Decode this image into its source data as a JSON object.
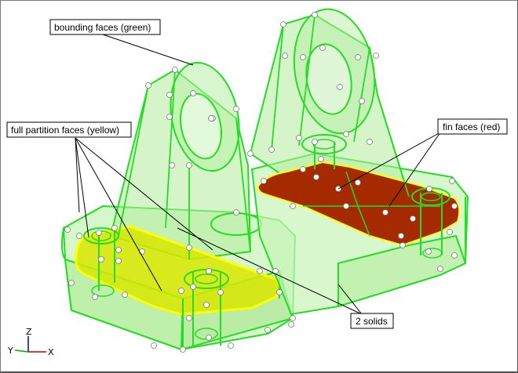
{
  "callouts": {
    "bounding": "bounding faces (green)",
    "full_partition": "full partition faces (yellow)",
    "fin": "fin faces (red)",
    "solids": "2 solids"
  },
  "axes": {
    "z": "Z",
    "y": "Y",
    "x": "X"
  },
  "colors": {
    "bounding_faces": "#00ff00",
    "body_fill": "#b8f0a8",
    "full_partition_faces": "#ffff00",
    "fin_faces": "#a52a00",
    "nodes": "#ffffff"
  }
}
